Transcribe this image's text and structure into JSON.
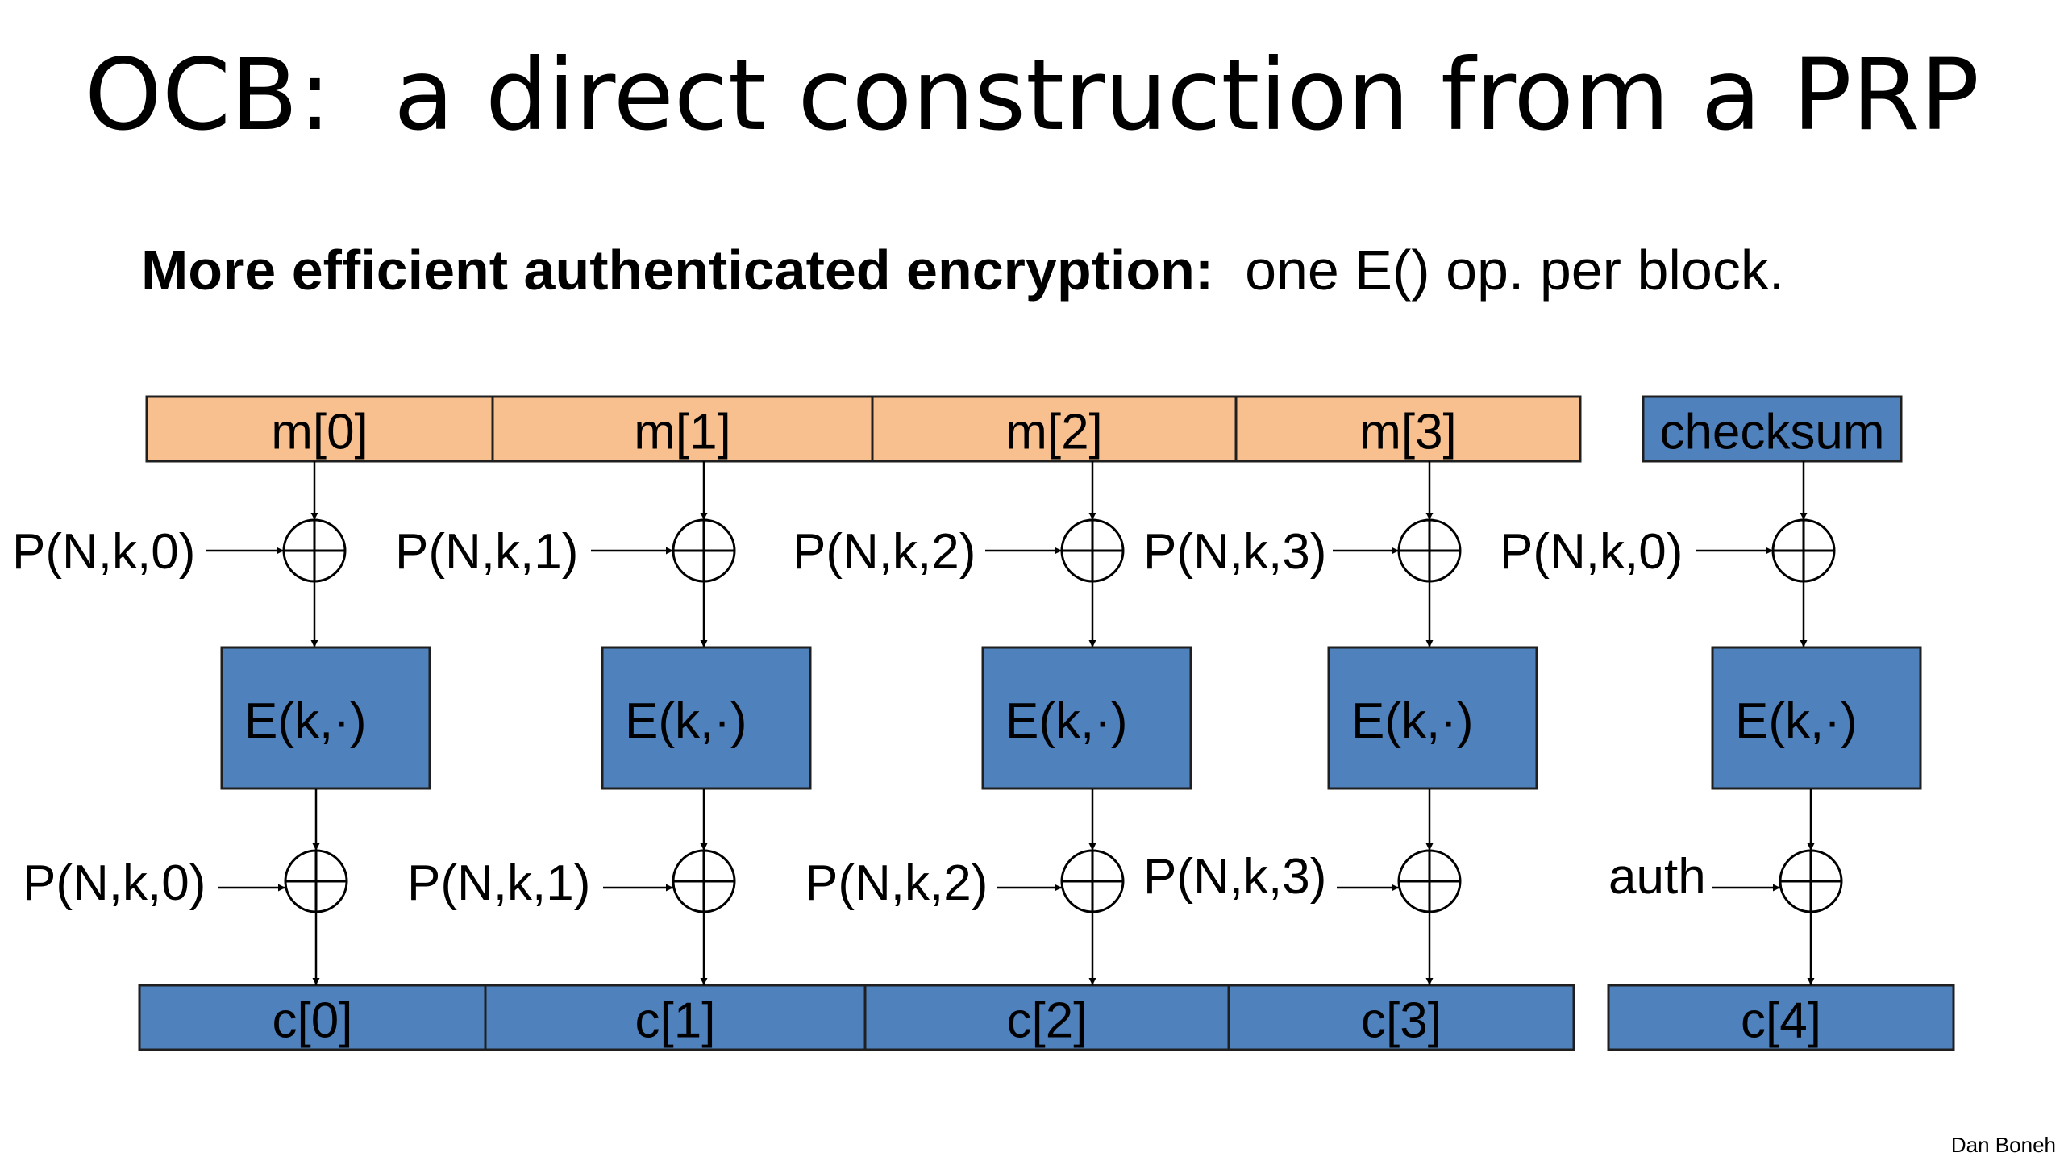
{
  "slide": {
    "title": "OCB:  a direct construction from a PRP",
    "subtitle_bold": "More efficient authenticated encryption:",
    "subtitle_rest": "  one E() op. per block.",
    "credit": "Dan Boneh"
  },
  "diagram": {
    "colors": {
      "message": "#f9c08f",
      "cipher": "#4f81bd",
      "stroke": "#1f1f1f"
    },
    "columns": [
      {
        "message": "m[0]",
        "pad_in": "P(N,k,0)",
        "cipher_box": "E(k,·)",
        "pad_out": "P(N,k,0)",
        "ciphertext": "c[0]"
      },
      {
        "message": "m[1]",
        "pad_in": "P(N,k,1)",
        "cipher_box": "E(k,·)",
        "pad_out": "P(N,k,1)",
        "ciphertext": "c[1]"
      },
      {
        "message": "m[2]",
        "pad_in": "P(N,k,2)",
        "cipher_box": "E(k,·)",
        "pad_out": "P(N,k,2)",
        "ciphertext": "c[2]"
      },
      {
        "message": "m[3]",
        "pad_in": "P(N,k,3)",
        "cipher_box": "E(k,·)",
        "pad_out": "P(N,k,3)",
        "ciphertext": "c[3]"
      },
      {
        "message": "checksum",
        "pad_in": "P(N,k,0)",
        "cipher_box": "E(k,·)",
        "pad_out": "auth",
        "ciphertext": "c[4]"
      }
    ]
  }
}
